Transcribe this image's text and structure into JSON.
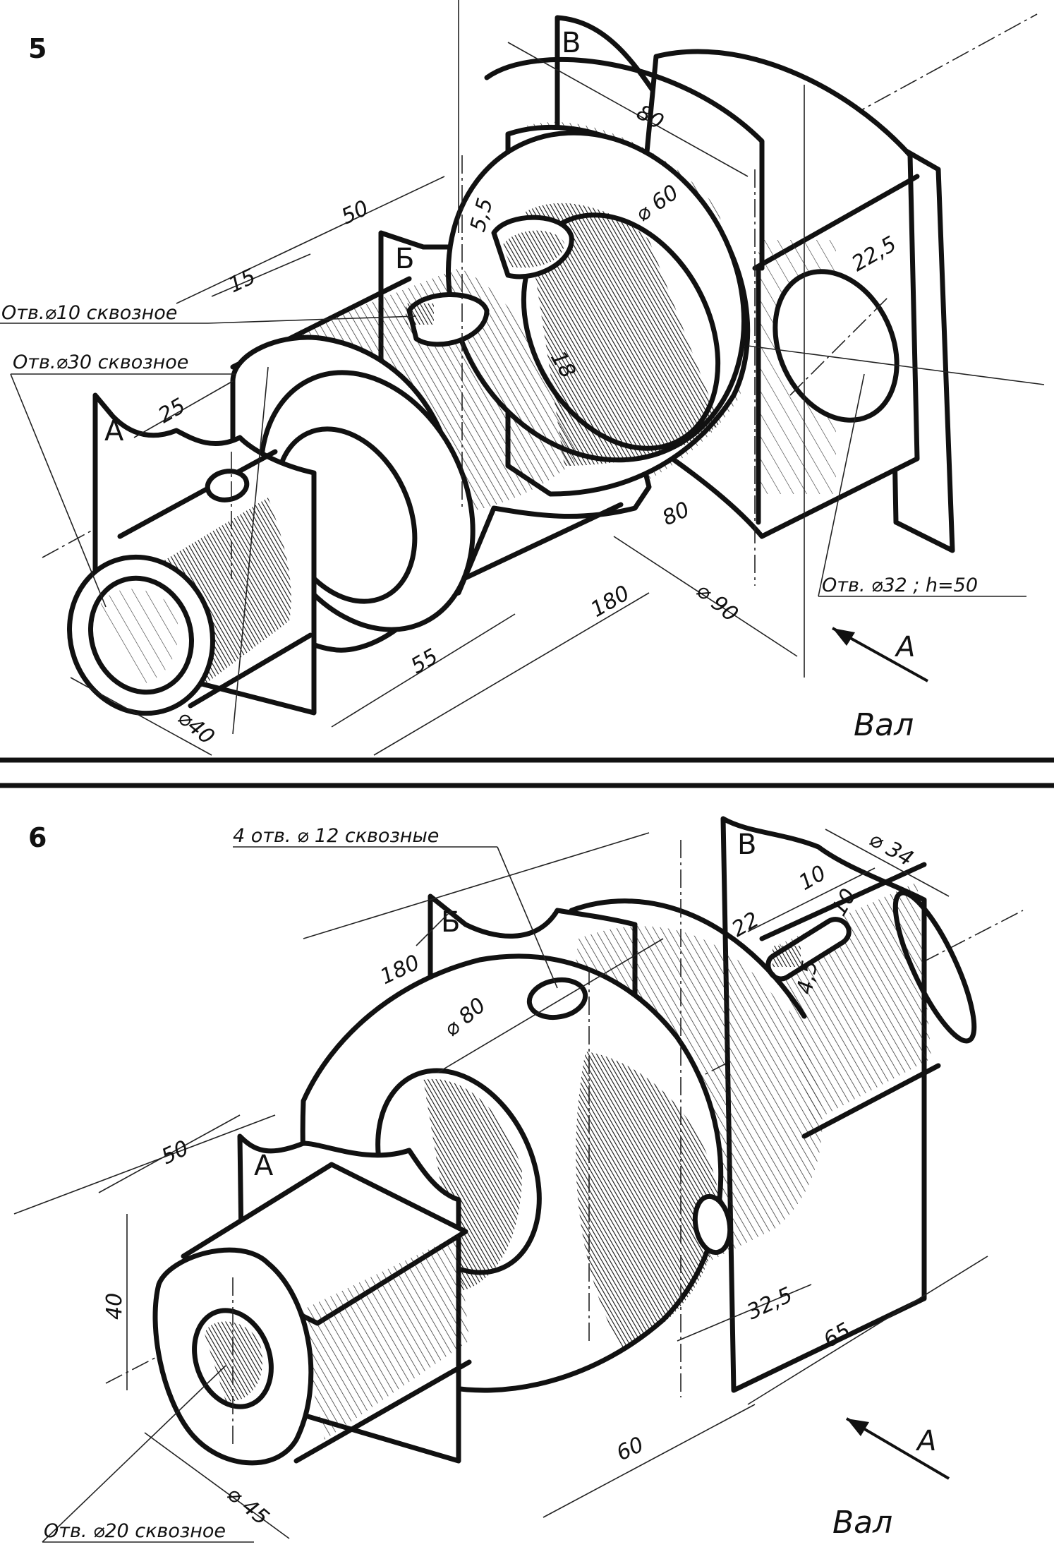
{
  "sheet": {
    "figure5": {
      "number": "5",
      "title": "Вал",
      "notes": {
        "hole10": "Отв.⌀10 сквозное",
        "hole30": "Отв.⌀30 сквозное",
        "hole32": "Отв. ⌀32 ; h=50"
      },
      "planes": {
        "a": "А",
        "b": "Б",
        "v": "В"
      },
      "view_arrow": "А",
      "dims": {
        "d80_top": "80",
        "d60": "⌀ 60",
        "d50": "50",
        "d5_5": "5,5",
        "d15": "15",
        "d25": "25",
        "d18": "18",
        "d22_5": "22,5",
        "d80_side": "80",
        "d180": "180",
        "d90": "⌀ 90",
        "d55": "55",
        "d40": "⌀40"
      }
    },
    "figure6": {
      "number": "6",
      "title": "Вал",
      "notes": {
        "holes12": "4 отв. ⌀ 12  сквозные",
        "hole20": "Отв. ⌀20 сквозное"
      },
      "planes": {
        "a": "А",
        "b": "Б",
        "v": "В"
      },
      "view_arrow": "А",
      "dims": {
        "d180": "180",
        "d80": "⌀ 80",
        "d34": "⌀ 34",
        "d10a": "10",
        "d10b": "10",
        "d22": "22",
        "d4_5": "4,5",
        "d50": "50",
        "d40": "40",
        "d32_5": "32,5",
        "d65": "65",
        "d60": "60",
        "d45": "⌀ 45"
      }
    }
  }
}
